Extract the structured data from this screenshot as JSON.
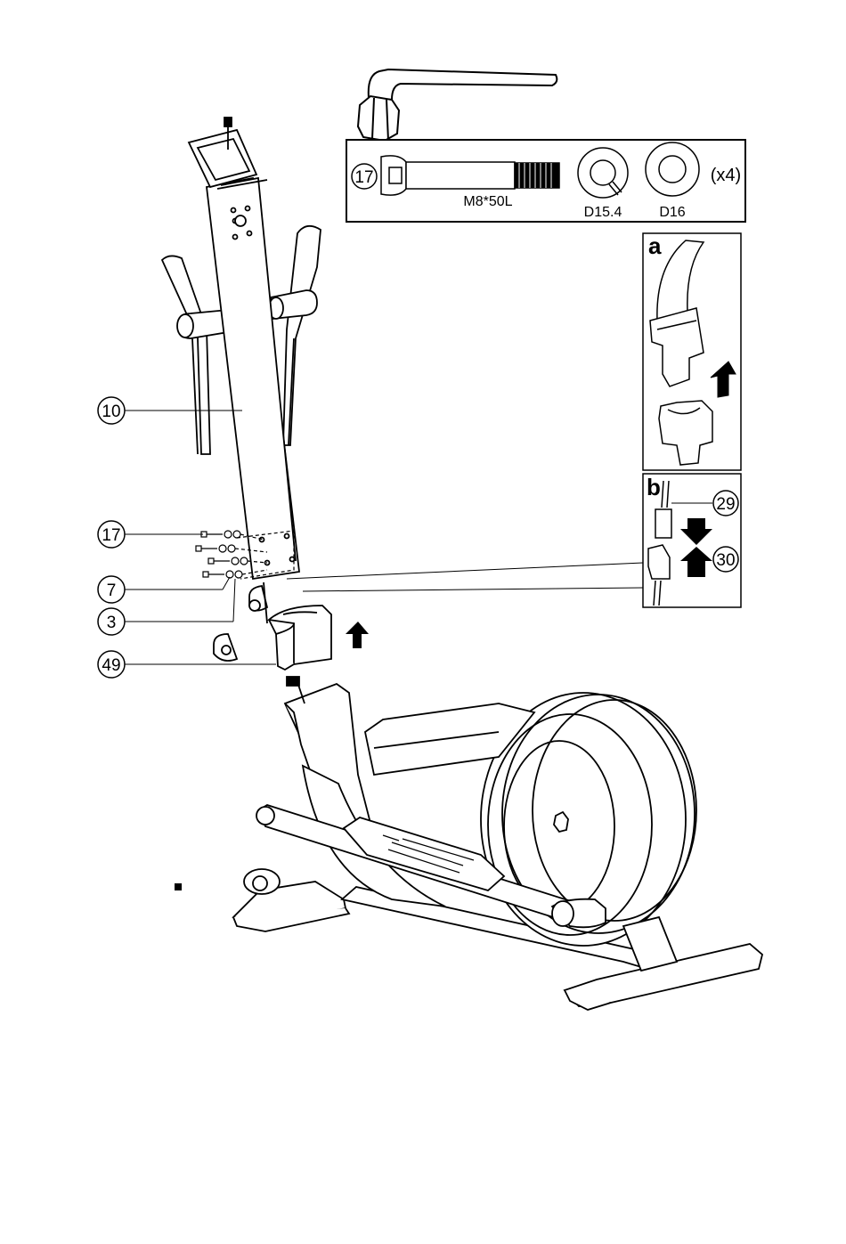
{
  "hardware_box": {
    "bolt_callout": "17",
    "bolt_spec": "M8*50L",
    "washer1_spec": "D15.4",
    "washer2_spec": "D16",
    "quantity": "(x4)"
  },
  "callouts": {
    "post": "10",
    "bolt": "17",
    "washer": "7",
    "spacer": "3",
    "cover": "49"
  },
  "detail_a": {
    "letter": "a"
  },
  "detail_b": {
    "letter": "b",
    "callout_upper": "29",
    "callout_lower": "30"
  },
  "icons": [
    "allen-key-icon",
    "up-arrow-icon",
    "bullet-icon"
  ]
}
